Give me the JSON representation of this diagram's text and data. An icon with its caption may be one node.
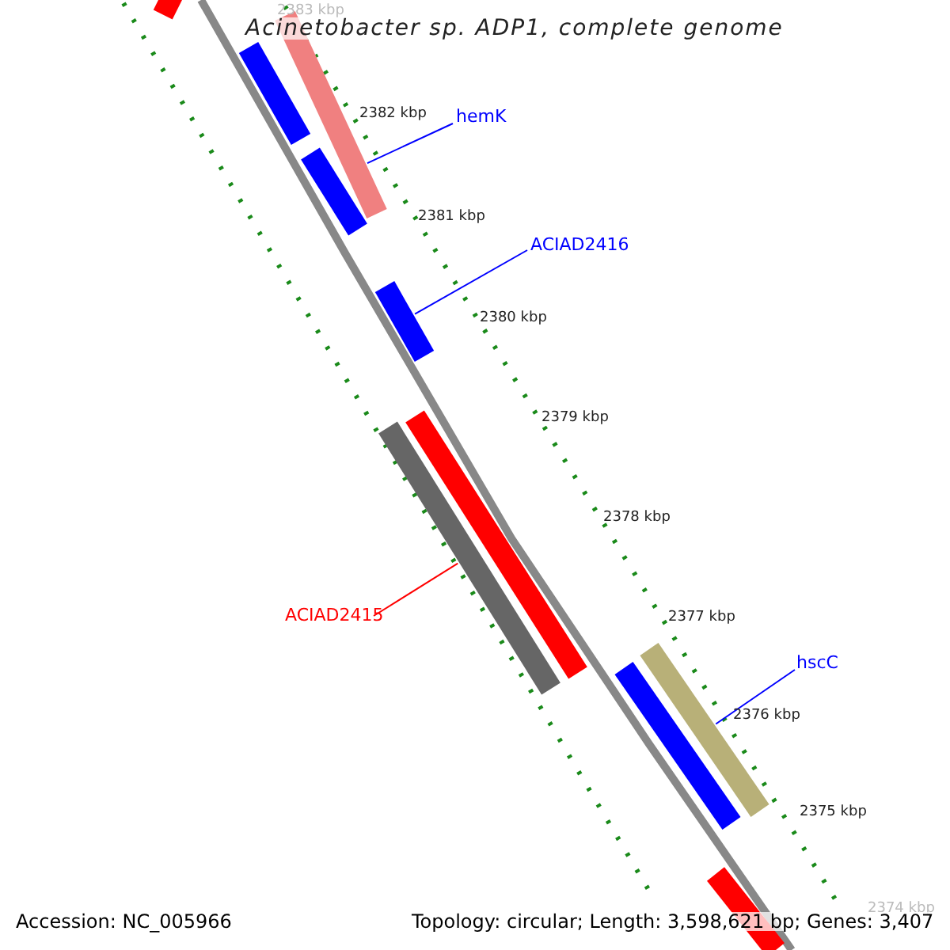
{
  "diagram": {
    "title": "Acinetobacter sp. ADP1, complete genome",
    "nodes": [
      {
        "text": [
          "hemK"
        ]
      },
      {
        "text": [
          "ACIAD2416"
        ]
      },
      {
        "text": [
          "ACIAD2415"
        ]
      },
      {
        "text": [
          "hscC"
        ]
      },
      {
        "text": [],
        "shape": "bar"
      },
      {
        "text": [],
        "shape": "bar"
      },
      {
        "text": [],
        "shape": "bar"
      },
      {
        "text": [],
        "shape": "bar"
      },
      {
        "text": [],
        "shape": "bar"
      },
      {
        "text": [],
        "shape": "bar"
      },
      {
        "text": [],
        "shape": "bar"
      },
      {
        "text": [],
        "shape": "bar"
      },
      {
        "text": [],
        "shape": "bar"
      },
      {
        "text": [],
        "shape": "bar"
      }
    ],
    "edges": [
      {
        "from": 0,
        "to": 6,
        "arrow": "none"
      },
      {
        "from": 1,
        "to": 8,
        "arrow": "none"
      },
      {
        "from": 2,
        "to": 9,
        "arrow": "none",
        "color": "#ff0000"
      },
      {
        "from": 3,
        "to": 12,
        "arrow": "none"
      }
    ],
    "labels": [
      "2383 kbp",
      "2382 kbp",
      "2381 kbp",
      "2380 kbp",
      "2379 kbp",
      "2378 kbp",
      "2377 kbp",
      "2376 kbp",
      "2375 kbp",
      "2374 kbp",
      "Accession: NC_005966",
      "Topology: circular; Length: 3,598,621 bp; Genes: 3,407"
    ]
  }
}
